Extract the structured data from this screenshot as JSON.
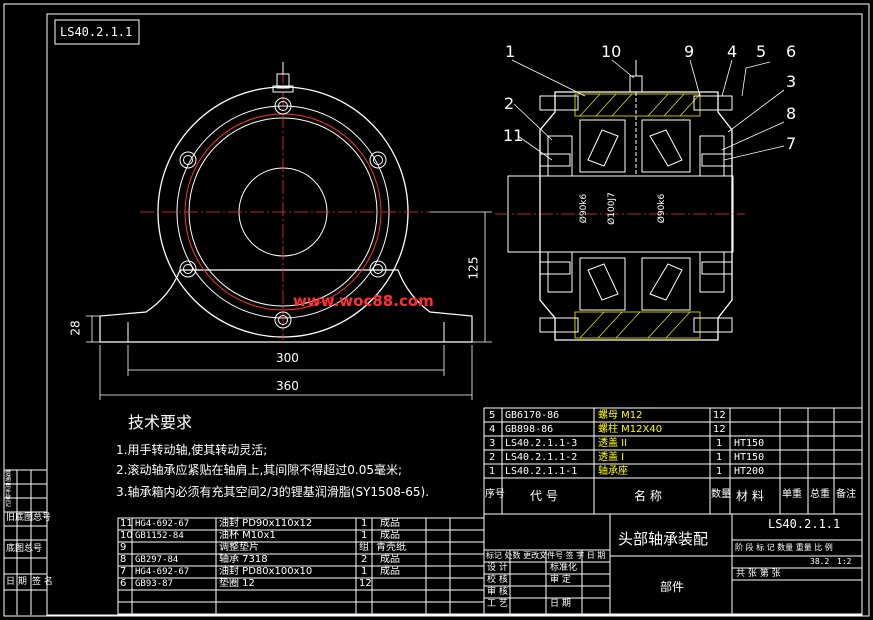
{
  "drawing_code": "LS40.2.1.1",
  "watermark": "www.woc88.com",
  "balloons": [
    "1",
    "10",
    "9",
    "4",
    "5",
    "6",
    "2",
    "3",
    "8",
    "11",
    "7"
  ],
  "dims": {
    "height": "125",
    "foot": "28",
    "bolt_span": "300",
    "base_width": "360"
  },
  "section_labels": [
    "Ø90k6",
    "Ø100J7",
    "Ø90k6"
  ],
  "tech_title": "技术要求",
  "tech_items": [
    "1.用手转动轴,使其转动灵活;",
    "2.滚动轴承应紧贴在轴肩上,其间隙不得超过0.05毫米;",
    "3.轴承箱内必须有充其空间2/3的锂基润滑脂(SY1508-65)."
  ],
  "parts_upper": [
    {
      "no": "5",
      "code": "GB6170-86",
      "name": "螺母 M12",
      "qty": "12",
      "mat": ""
    },
    {
      "no": "4",
      "code": "GB898-86",
      "name": "螺柱 M12X40",
      "qty": "12",
      "mat": ""
    },
    {
      "no": "3",
      "code": "LS40.2.1.1-3",
      "name": "透盖 II",
      "qty": "1",
      "mat": "HT150"
    },
    {
      "no": "2",
      "code": "LS40.2.1.1-2",
      "name": "透盖 I",
      "qty": "1",
      "mat": "HT150"
    },
    {
      "no": "1",
      "code": "LS40.2.1.1-1",
      "name": "轴承座",
      "qty": "1",
      "mat": "HT200"
    }
  ],
  "parts_header": {
    "no": "序号",
    "code": "代 号",
    "name": "名 称",
    "qty": "数量",
    "mat": "材 料",
    "unit_wt": "单重",
    "total_wt": "总重",
    "note": "备注"
  },
  "parts_lower": [
    {
      "no": "11",
      "code": "HG4-692-67",
      "name": "油封 PD90x110x12",
      "qty": "1",
      "mat": "成品"
    },
    {
      "no": "10",
      "code": "GB1152-84",
      "name": "油杯 M10x1",
      "qty": "1",
      "mat": "成品"
    },
    {
      "no": "9",
      "code": "",
      "name": "调整垫片",
      "qty": "组",
      "mat": "青壳纸"
    },
    {
      "no": "8",
      "code": "GB297-84",
      "name": "轴承 7318",
      "qty": "2",
      "mat": "成品"
    },
    {
      "no": "7",
      "code": "HG4-692-67",
      "name": "油封 PD80x100x10",
      "qty": "1",
      "mat": "成品"
    },
    {
      "no": "6",
      "code": "GB93-87",
      "name": "垫圈 12",
      "qty": "12",
      "mat": ""
    }
  ],
  "side_labels": [
    "借 通 用 件 登 记",
    "旧底图总号",
    "底图总号",
    "日 期",
    "签 名"
  ],
  "title_block": {
    "title": "头部轴承装配",
    "code": "LS40.2.1.1",
    "row_labels": "标记 处数 更改文件号 签 字 日 期",
    "design": "设 计",
    "std": "标准化",
    "check": "校 核",
    "review": "审 定",
    "audit": "审 核",
    "process": "工 艺",
    "date": "日 期",
    "stage_labels": "阶 段 标 记  数量 重量  比 例",
    "weight": "38.2",
    "scale": "1:2",
    "sheet": "共   张  第   张",
    "part": "部件"
  }
}
